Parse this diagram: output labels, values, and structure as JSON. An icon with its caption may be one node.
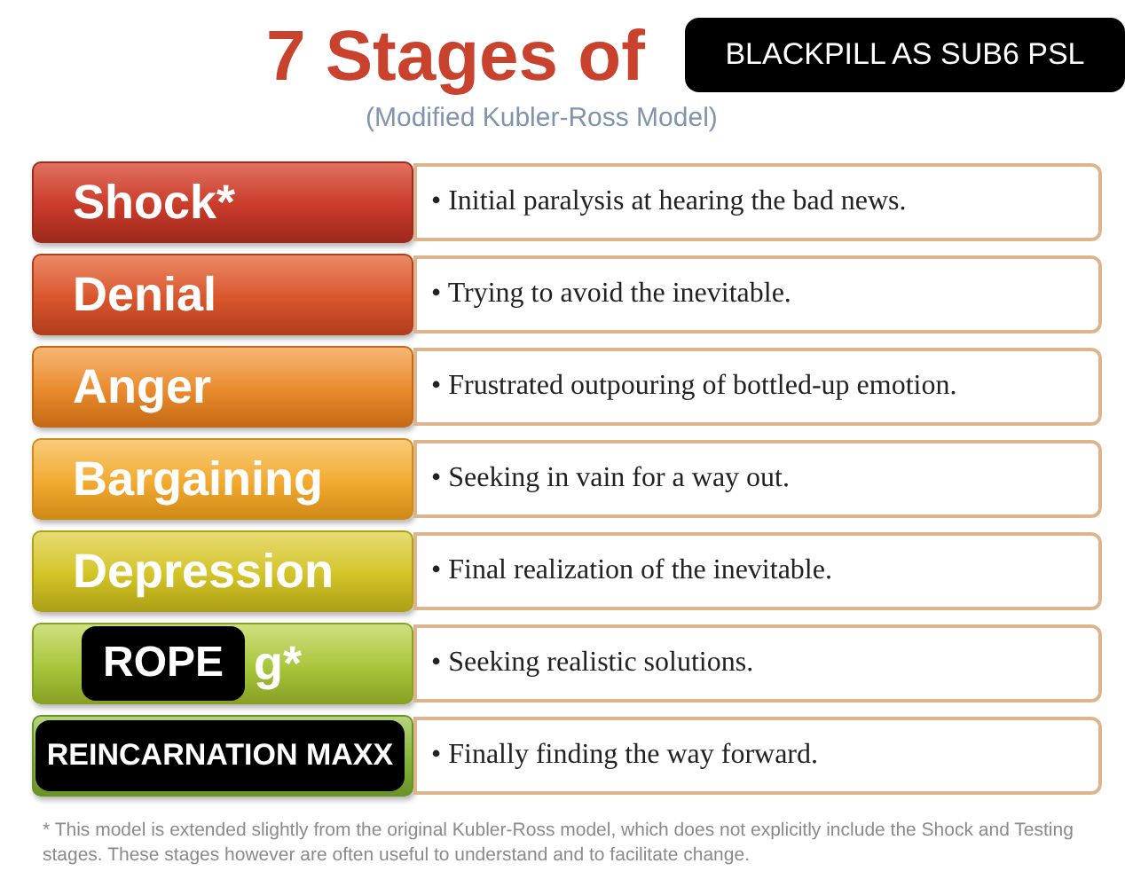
{
  "diagram": {
    "title": "7 Stages of",
    "nodes": [
      {
        "text": [
          "BLACKPILL AS SUB6 PSL"
        ]
      },
      {
        "text": [
          "Shock*"
        ]
      },
      {
        "text": [
          "• Initial paralysis at hearing the bad news."
        ]
      },
      {
        "text": [
          "Denial"
        ]
      },
      {
        "text": [
          "• Trying to avoid the inevitable."
        ]
      },
      {
        "text": [
          "Anger"
        ]
      },
      {
        "text": [
          "• Frustrated outpouring of bottled-up emotion."
        ]
      },
      {
        "text": [
          "Bargaining"
        ]
      },
      {
        "text": [
          "• Seeking in vain for a way out."
        ]
      },
      {
        "text": [
          "Depression"
        ]
      },
      {
        "text": [
          "• Final realization of the inevitable."
        ]
      },
      {
        "text": [
          "g*"
        ]
      },
      {
        "text": [
          "ROPE"
        ],
        "in": 11
      },
      {
        "text": [
          "• Seeking realistic solutions."
        ]
      },
      {
        "text": [],
        "shape": "box"
      },
      {
        "text": [
          "REINCARNATION MAXX"
        ],
        "in": 14
      },
      {
        "text": [
          "• Finally finding the way forward."
        ]
      }
    ],
    "labels": [
      "(Modified Kubler-Ross Model)"
    ],
    "caption": "* This model is extended slightly from the original Kubler-Ross model, which does not explicitly include the Shock and Testing stages. These stages however are often useful to understand and to facilitate change."
  }
}
